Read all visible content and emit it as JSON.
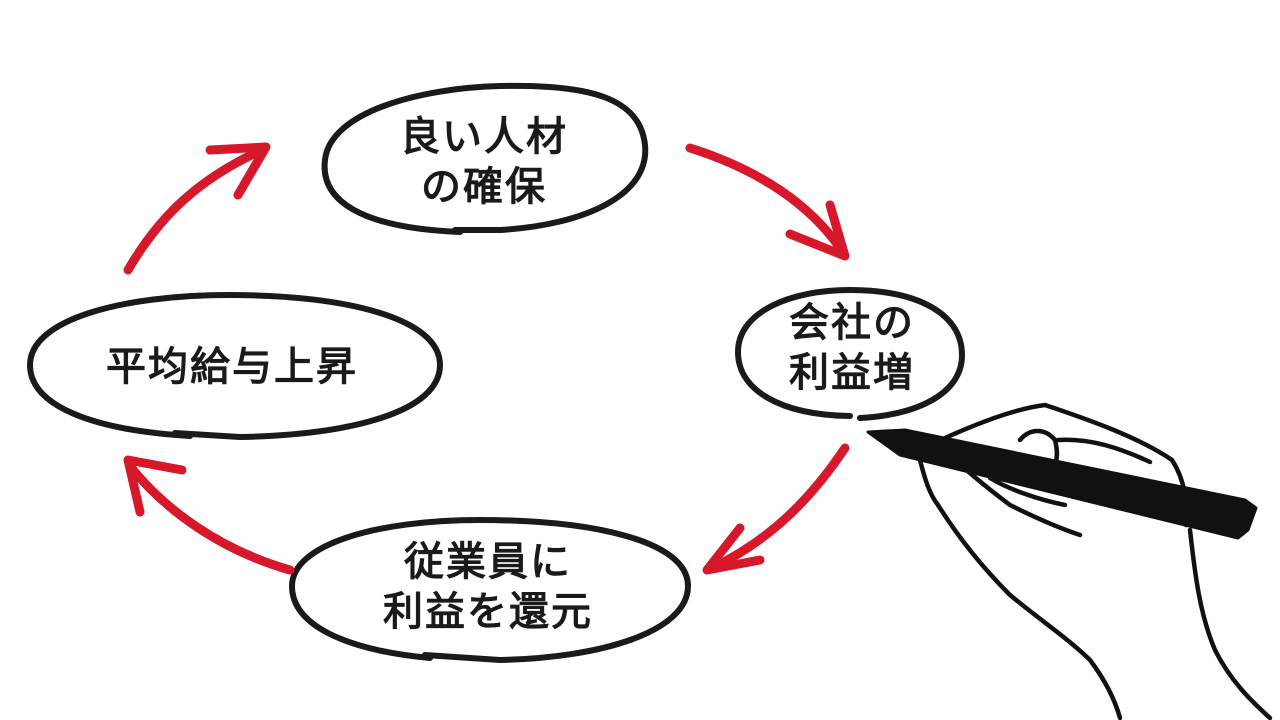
{
  "diagram": {
    "nodes": [
      {
        "id": "talent",
        "lines": [
          "良い人材",
          "の確保"
        ]
      },
      {
        "id": "profit",
        "lines": [
          "会社の",
          "利益増"
        ]
      },
      {
        "id": "return",
        "lines": [
          "従業員に",
          "利益を還元"
        ]
      },
      {
        "id": "salary",
        "lines": [
          "平均給与上昇"
        ]
      }
    ],
    "arrow_color": "#d7182a",
    "ink_color": "#1a1a1a"
  }
}
